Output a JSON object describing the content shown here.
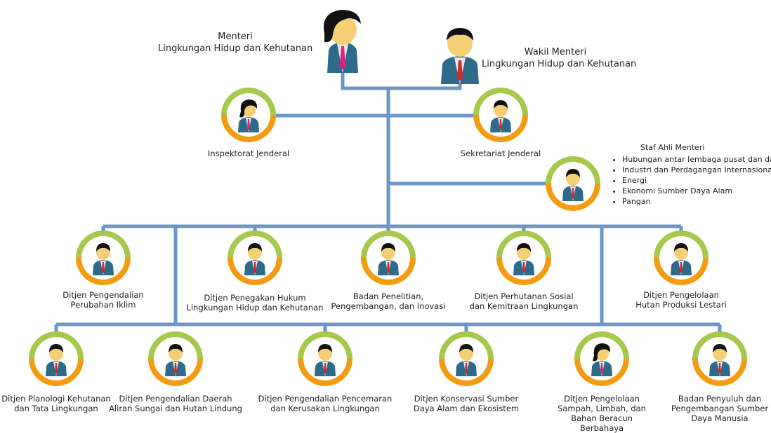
{
  "minister": {
    "lines": [
      "Menteri",
      "Lingkungan Hidup dan Kehutanan"
    ]
  },
  "vice_minister": {
    "lines": [
      "Wakil Menteri",
      "Lingkungan Hidup dan Kehutanan"
    ]
  },
  "inspektorat": {
    "lines": [
      "Inspektorat Jenderal"
    ]
  },
  "sekretariat": {
    "lines": [
      "Sekretariat Jenderal"
    ]
  },
  "staf_ahli": {
    "title": "Staf Ahli Menteri",
    "items": [
      "Hubungan antar lembaga pusat dan daerah",
      "Industri dan Perdagangan Internasional",
      "Energi",
      "Ekonomi Sumber Daya Alam",
      "Pangan"
    ]
  },
  "row1": [
    {
      "lines": [
        "Ditjen Pengendalian",
        "Perubahan Iklim"
      ]
    },
    {
      "lines": [
        "Ditjen Penegakan Hukum",
        "Lingkungan Hidup dan Kehutanan"
      ]
    },
    {
      "lines": [
        "Badan Penelitian,",
        "Pengembangan, dan Inovasi"
      ]
    },
    {
      "lines": [
        "Ditjen Perhutanan Sosial",
        "dan Kemitraan Lingkungan"
      ]
    },
    {
      "lines": [
        "Ditjen Pengelolaan",
        "Hutan Produksi Lestari"
      ]
    }
  ],
  "row2": [
    {
      "lines": [
        "Ditjen Planologi Kehutanan",
        "dan Tata Lingkungan"
      ]
    },
    {
      "lines": [
        "Ditjen Pengendalian Daerah",
        "Aliran Sungai dan Hutan Lindung"
      ]
    },
    {
      "lines": [
        "Ditjen Pengendalian Pencemaran",
        "dan Kerusakan Lingkungan"
      ]
    },
    {
      "lines": [
        "Ditjen Konservasi Sumber",
        "Daya Alam dan Ekosistem"
      ]
    },
    {
      "lines": [
        "Ditjen Pengelolaan",
        "Sampah, Limbah, dan",
        "Bahan Beracun",
        "Berbahaya"
      ]
    },
    {
      "lines": [
        "Badan Penyuluh dan",
        "Pengembangan Sumber",
        "Daya Manusia"
      ]
    }
  ],
  "colors": {
    "line": "#6b96c6",
    "ring_top": "#a6c84c",
    "ring_bottom": "#f39c12",
    "suit": "#2e6b8a",
    "tie_red": "#d9262b",
    "tie_pink": "#e0207e",
    "skin": "#f5cf73"
  }
}
